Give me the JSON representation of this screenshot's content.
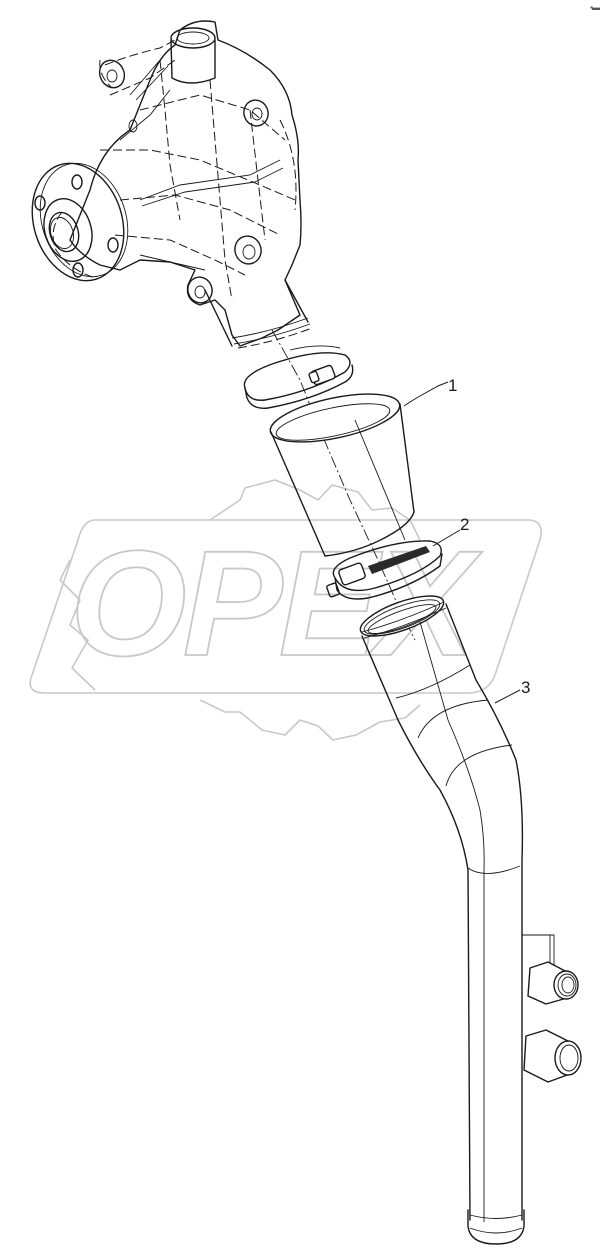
{
  "diagram": {
    "type": "exploded-parts-diagram",
    "subject": "water pump outlet hose assembly",
    "watermark": {
      "text": "OPEX",
      "color": "#c8c8c8"
    },
    "corner_mark": "▪▬",
    "line_color": "#1a1a1a",
    "background": "#ffffff",
    "callouts": [
      {
        "number": "1",
        "part": "hose"
      },
      {
        "number": "2",
        "part": "hose-clamp"
      },
      {
        "number": "3",
        "part": "coolant-pipe"
      }
    ],
    "components": [
      "water-pump",
      "upper-hose-clamp",
      "hose",
      "lower-hose-clamp",
      "coolant-pipe"
    ]
  }
}
